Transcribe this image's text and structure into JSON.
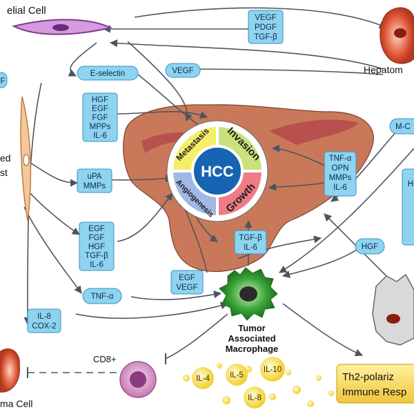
{
  "center": {
    "label": "HCC"
  },
  "segments": {
    "metastasis": "Metastasis",
    "invasion": "Invasion",
    "angiogenesis": "Angiogenesis",
    "growth": "Growth"
  },
  "cells": {
    "endothelial": "elial Cell",
    "hepatoma_top": "Hepatom",
    "fibroblast_1": "ed",
    "fibroblast_2": "st",
    "tam_1": "Tumor",
    "tam_2": "Associated",
    "tam_3": "Macrophage",
    "cd8": "CD8+",
    "hepatoma_bottom": "ma Cell"
  },
  "factors": {
    "vegf_pdgf_tgfb": [
      "VEGF",
      "PDGF",
      "TGF-β"
    ],
    "e_selectin": "E-selectin",
    "vegf_top": "VEGF",
    "hgf_group": [
      "HGF",
      "EGF",
      "FGF",
      "MPPs",
      "IL-6"
    ],
    "upa_mmps": [
      "uPA",
      "MMPs"
    ],
    "tnfa_group": [
      "TNF-α",
      "OPN",
      "MMPs",
      "IL-6"
    ],
    "egf_group": [
      "EGF",
      "FGF",
      "HGF",
      "TGF-β",
      "IL-6"
    ],
    "tgfb_il6": [
      "TGF-β",
      "IL-6"
    ],
    "egf_vegf": [
      "EGF",
      "VEGF"
    ],
    "tnfa_left": "TNF-α",
    "hgf_right": "HGF",
    "mc": "M-C",
    "il8_cox2": [
      "IL-8",
      "COX-2"
    ],
    "left_f": "F",
    "right_h": "H"
  },
  "cytokines": [
    "IL-4",
    "IL-5",
    "IL-10",
    "IL-8"
  ],
  "th2": [
    "Th2-polariz",
    "Immune Resp"
  ],
  "colors": {
    "liver": "#c9795a",
    "box": "#8ed3f0",
    "hcc": "#1764b3",
    "metastasis": "#f5ee6a",
    "invasion": "#c9e27c",
    "angiogenesis": "#9fb8e6",
    "growth": "#ef7b86",
    "th2": "#f7d64a"
  }
}
